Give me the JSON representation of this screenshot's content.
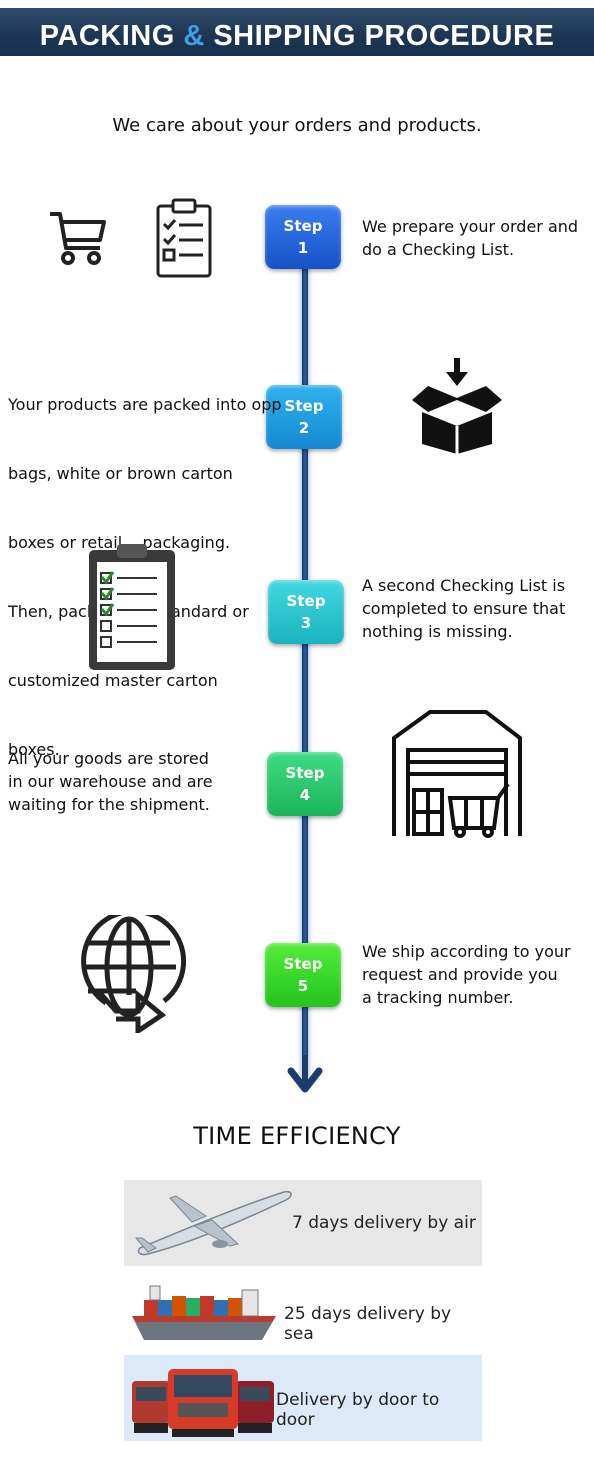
{
  "header": {
    "title_part1": "PACKING",
    "title_amp": "&",
    "title_part2": "SHIPPING PROCEDURE",
    "accent_color": "#3ea0e6",
    "background_color": "#1d3552"
  },
  "intro": "We care about your orders and  products.",
  "steps": [
    {
      "word": "Step",
      "number": "1",
      "text": [
        "We prepare your order and",
        "do a Checking List."
      ],
      "icons": [
        "shopping-cart-icon",
        "clipboard-checklist-icon"
      ]
    },
    {
      "word": "Step",
      "number": "2",
      "text": [
        "Your products are packed into opp",
        "bags, white or brown carton",
        "boxes or retail    packaging.",
        "Then, packed into standard or",
        "customized master carton",
        "boxes."
      ],
      "icons": [
        "open-box-icon"
      ]
    },
    {
      "word": "Step",
      "number": "3",
      "text": [
        "A second Checking List is",
        "completed to ensure that",
        "nothing is missing."
      ],
      "icons": [
        "checklist-clipboard-icon"
      ]
    },
    {
      "word": "Step",
      "number": "4",
      "text": [
        "All your goods are stored",
        "in our warehouse and are",
        "waiting for the shipment."
      ],
      "icons": [
        "warehouse-icon"
      ]
    },
    {
      "word": "Step",
      "number": "5",
      "text": [
        "We ship according to your",
        "request and provide you",
        "a tracking number."
      ],
      "icons": [
        "globe-arrow-icon"
      ]
    }
  ],
  "time_efficiency": {
    "title": "TIME EFFICIENCY",
    "items": [
      {
        "label": "7 days delivery by air",
        "icon": "airplane-icon"
      },
      {
        "label": "25 days delivery by sea",
        "icon": "cargo-ship-icon"
      },
      {
        "label": "Delivery by door to door",
        "icon": "trucks-icon"
      }
    ]
  }
}
